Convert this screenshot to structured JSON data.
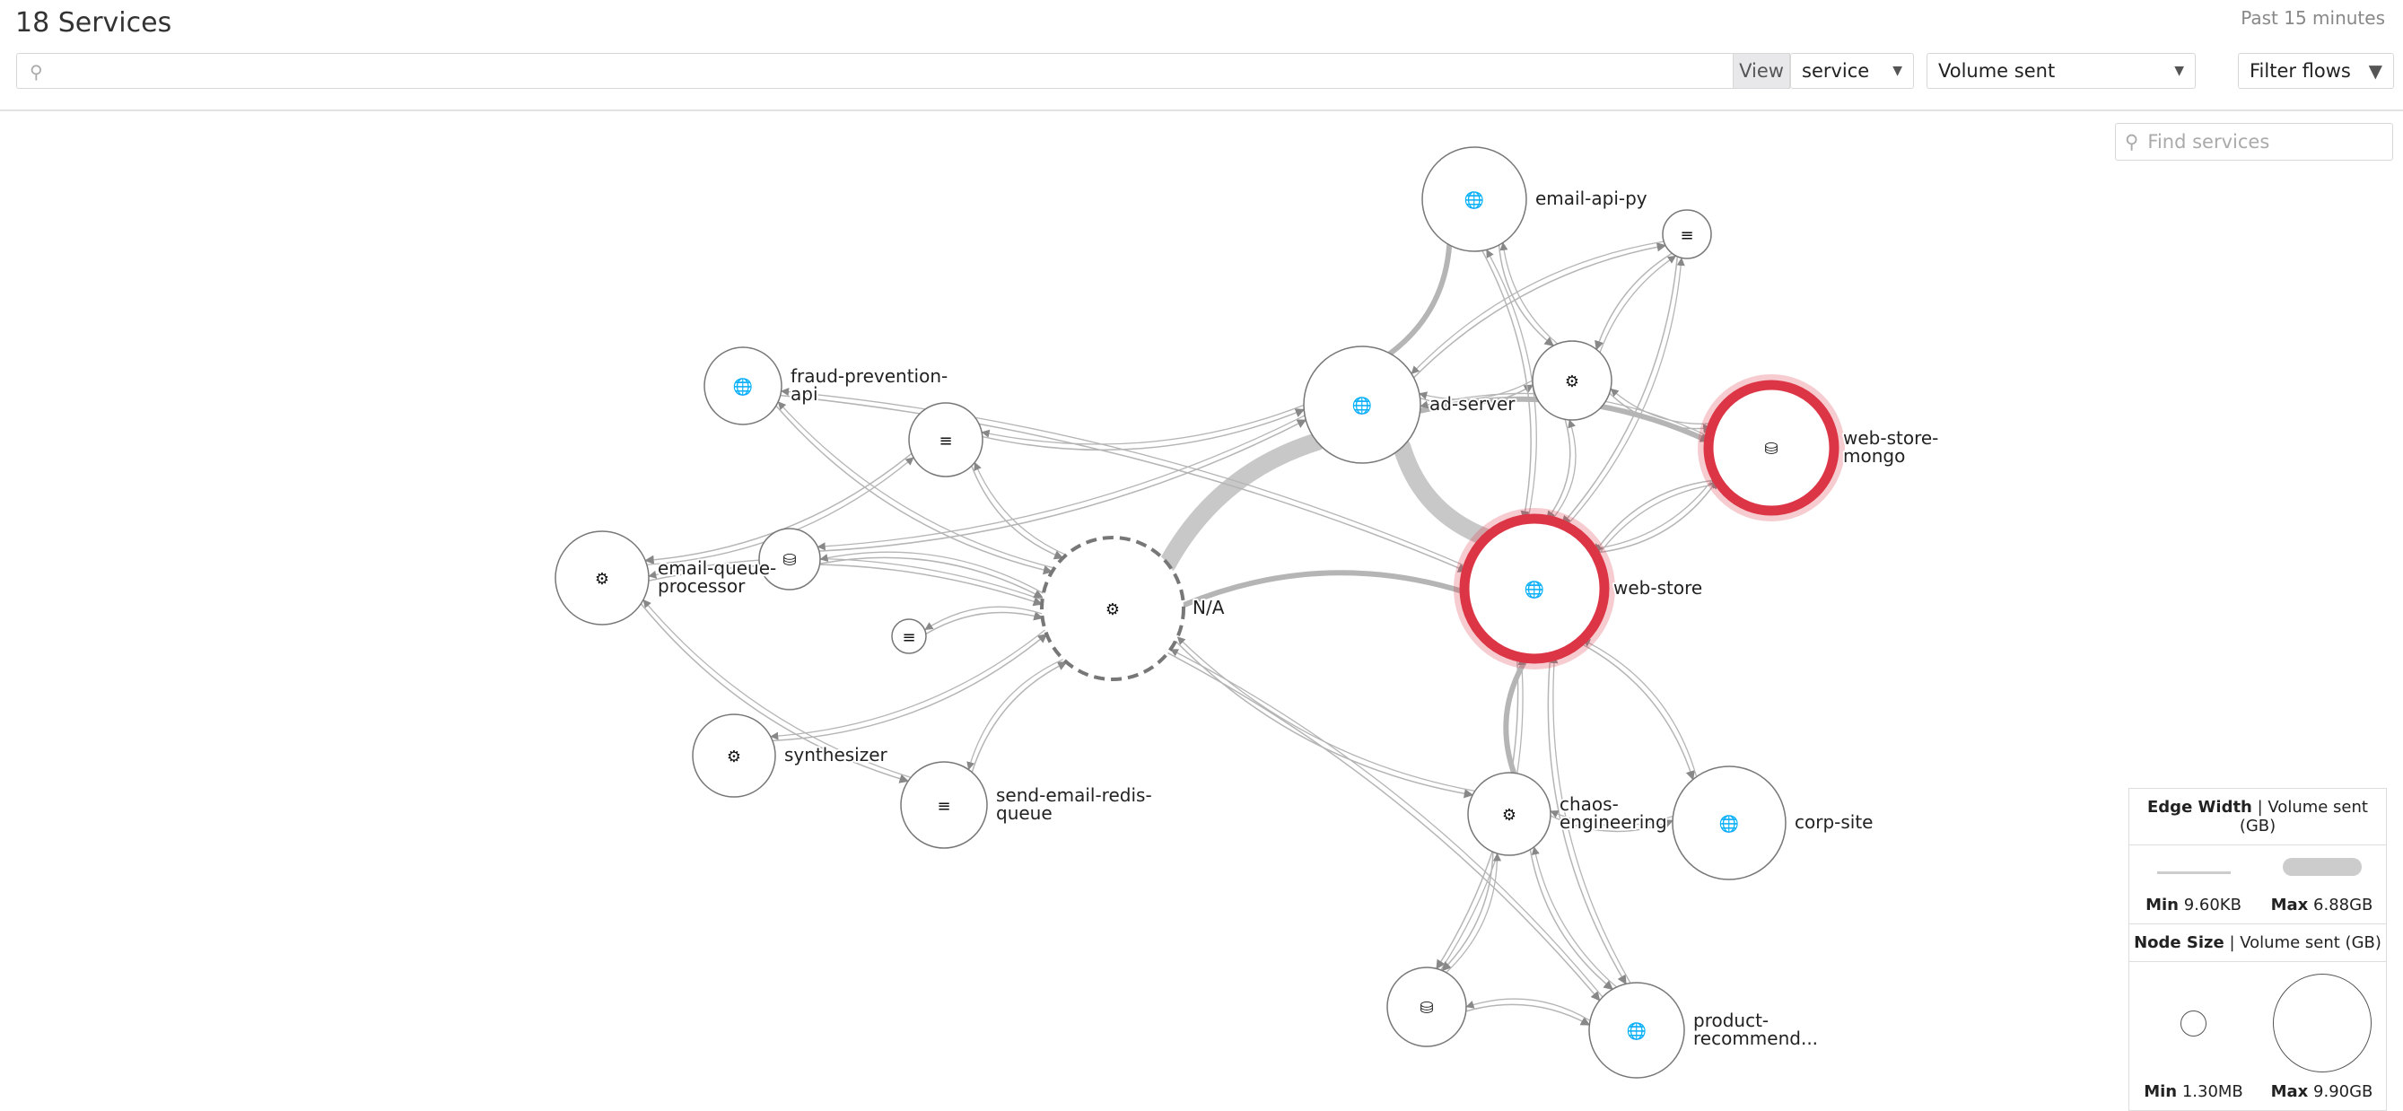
{
  "header": {
    "title": "18 Services",
    "timeframe": "Past 15 minutes"
  },
  "toolbar": {
    "search_placeholder": "",
    "view_label": "View",
    "view_value": "service",
    "metric_value": "Volume sent",
    "filter_label": "Filter flows"
  },
  "find_placeholder": "Find services",
  "colors": {
    "alert": "#dc3545",
    "edge": "#b5b5b5",
    "node_border": "#555555"
  },
  "nodes": [
    {
      "id": "email-api-py",
      "label": "email-api-py",
      "icon": "globe-icon",
      "alert": false
    },
    {
      "id": "queue-a",
      "label": "",
      "icon": "stack-icon",
      "alert": false
    },
    {
      "id": "worker-a",
      "label": "",
      "icon": "gears-icon",
      "alert": false
    },
    {
      "id": "ad-server",
      "label": "ad-server",
      "icon": "globe-icon",
      "alert": false
    },
    {
      "id": "web-store-mongo",
      "label": "web-store-mongo",
      "icon": "database-icon",
      "alert": true
    },
    {
      "id": "web-store",
      "label": "web-store",
      "icon": "globe-icon",
      "alert": true
    },
    {
      "id": "fraud-prevention-api",
      "label": "fraud-prevention-api",
      "icon": "globe-icon",
      "alert": false
    },
    {
      "id": "queue-b",
      "label": "",
      "icon": "stack-icon",
      "alert": false
    },
    {
      "id": "email-queue-processor",
      "label": "email-queue-processor",
      "icon": "gears-icon",
      "alert": false
    },
    {
      "id": "db-a",
      "label": "",
      "icon": "database-icon",
      "alert": false
    },
    {
      "id": "queue-c",
      "label": "",
      "icon": "stack-icon",
      "alert": false
    },
    {
      "id": "na",
      "label": "N/A",
      "icon": "gears-icon",
      "alert": false,
      "unknown": true
    },
    {
      "id": "synthesizer",
      "label": "synthesizer",
      "icon": "gears-icon",
      "alert": false
    },
    {
      "id": "send-email-redis-queue",
      "label": "send-email-redis-queue",
      "icon": "stack-icon",
      "alert": false
    },
    {
      "id": "chaos-engineering",
      "label": "chaos-engineering",
      "icon": "gears-icon",
      "alert": false
    },
    {
      "id": "corp-site",
      "label": "corp-site",
      "icon": "globe-icon",
      "alert": false
    },
    {
      "id": "db-b",
      "label": "",
      "icon": "database-icon",
      "alert": false
    },
    {
      "id": "product-recommend",
      "label": "product-recommend...",
      "icon": "globe-icon",
      "alert": false
    }
  ],
  "edges": [
    [
      "na",
      "ad-server",
      "high"
    ],
    [
      "ad-server",
      "web-store",
      "high"
    ],
    [
      "na",
      "web-store",
      "mid"
    ],
    [
      "ad-server",
      "email-api-py",
      "mid"
    ],
    [
      "ad-server",
      "queue-a",
      "low"
    ],
    [
      "ad-server",
      "worker-a",
      "low"
    ],
    [
      "ad-server",
      "web-store-mongo",
      "mid"
    ],
    [
      "email-api-py",
      "worker-a",
      "low"
    ],
    [
      "email-api-py",
      "web-store",
      "low"
    ],
    [
      "queue-a",
      "worker-a",
      "low"
    ],
    [
      "queue-a",
      "web-store",
      "low"
    ],
    [
      "worker-a",
      "web-store-mongo",
      "low"
    ],
    [
      "worker-a",
      "web-store",
      "low"
    ],
    [
      "web-store",
      "web-store-mongo",
      "low"
    ],
    [
      "ad-server",
      "web-store-mongo",
      "low"
    ],
    [
      "fraud-prevention-api",
      "na",
      "low"
    ],
    [
      "fraud-prevention-api",
      "web-store",
      "low"
    ],
    [
      "queue-b",
      "na",
      "low"
    ],
    [
      "queue-b",
      "email-queue-processor",
      "low"
    ],
    [
      "queue-b",
      "ad-server",
      "low"
    ],
    [
      "email-queue-processor",
      "na",
      "low"
    ],
    [
      "email-queue-processor",
      "send-email-redis-queue",
      "low"
    ],
    [
      "db-a",
      "na",
      "low"
    ],
    [
      "db-a",
      "ad-server",
      "low"
    ],
    [
      "queue-c",
      "na",
      "low"
    ],
    [
      "synthesizer",
      "na",
      "low"
    ],
    [
      "send-email-redis-queue",
      "na",
      "low"
    ],
    [
      "na",
      "chaos-engineering",
      "low"
    ],
    [
      "na",
      "product-recommend",
      "low"
    ],
    [
      "web-store",
      "chaos-engineering",
      "mid"
    ],
    [
      "web-store",
      "corp-site",
      "low"
    ],
    [
      "web-store",
      "product-recommend",
      "low"
    ],
    [
      "web-store",
      "db-b",
      "low"
    ],
    [
      "chaos-engineering",
      "corp-site",
      "low"
    ],
    [
      "chaos-engineering",
      "db-b",
      "low"
    ],
    [
      "chaos-engineering",
      "product-recommend",
      "low"
    ],
    [
      "db-b",
      "product-recommend",
      "low"
    ],
    [
      "web-store-mongo",
      "web-store",
      "low"
    ]
  ],
  "legend": {
    "edge_title": "Edge Width",
    "edge_metric": "Volume sent (GB)",
    "edge_min_label": "Min",
    "edge_min": "9.60KB",
    "edge_max_label": "Max",
    "edge_max": "6.88GB",
    "node_title": "Node Size",
    "node_metric": "Volume sent (GB)",
    "node_min_label": "Min",
    "node_min": "1.30MB",
    "node_max_label": "Max",
    "node_max": "9.90GB"
  }
}
